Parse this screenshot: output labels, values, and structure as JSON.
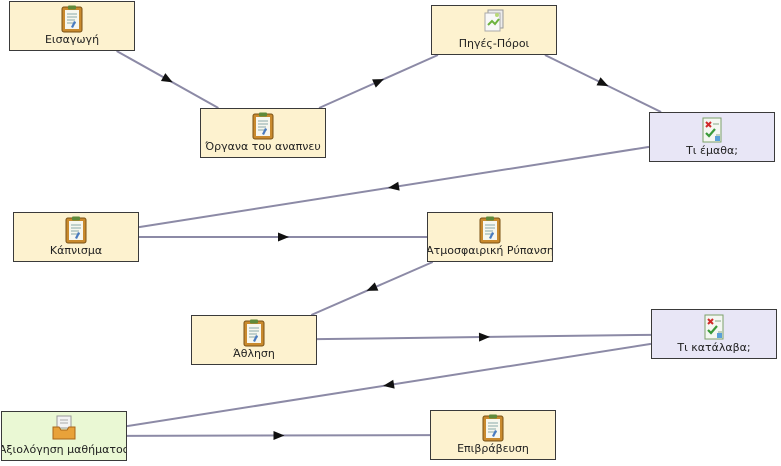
{
  "nodes": {
    "eisagogi": {
      "label": "Εισαγωγή",
      "icon": "clipboard-icon"
    },
    "organa": {
      "label": "Όργανα του αναπνευ",
      "icon": "clipboard-icon"
    },
    "piges": {
      "label": "Πηγές-Πόροι",
      "icon": "papers-icon"
    },
    "ti_ematha": {
      "label": "Τι έμαθα;",
      "icon": "quiz-check-icon"
    },
    "kapnisma": {
      "label": "Κάπνισμα",
      "icon": "clipboard-icon"
    },
    "atmosfairiki": {
      "label": "Ατμοσφαιρική Ρύπανση",
      "icon": "clipboard-icon"
    },
    "athlisi": {
      "label": "Άθληση",
      "icon": "clipboard-icon"
    },
    "ti_katalava": {
      "label": "Τι κατάλαβα;",
      "icon": "quiz-check-icon"
    },
    "axiologisi": {
      "label": "Αξιολόγηση μαθήματος",
      "icon": "inbox-icon"
    },
    "epivraveusi": {
      "label": "Επιβράβευση",
      "icon": "clipboard-icon"
    }
  },
  "edges": [
    {
      "from": "eisagogi",
      "to": "organa"
    },
    {
      "from": "organa",
      "to": "piges"
    },
    {
      "from": "piges",
      "to": "ti_ematha"
    },
    {
      "from": "ti_ematha",
      "to": "kapnisma"
    },
    {
      "from": "kapnisma",
      "to": "atmosfairiki"
    },
    {
      "from": "atmosfairiki",
      "to": "athlisi"
    },
    {
      "from": "athlisi",
      "to": "ti_katalava"
    },
    {
      "from": "ti_katalava",
      "to": "axiologisi"
    },
    {
      "from": "axiologisi",
      "to": "epivraveusi"
    }
  ],
  "colors": {
    "edge": "#8c8aa6",
    "arrow": "#111111",
    "activity_fill": "#fdf2cf",
    "quiz_fill": "#e8e6f6",
    "assignment_fill": "#eaf8d4"
  }
}
